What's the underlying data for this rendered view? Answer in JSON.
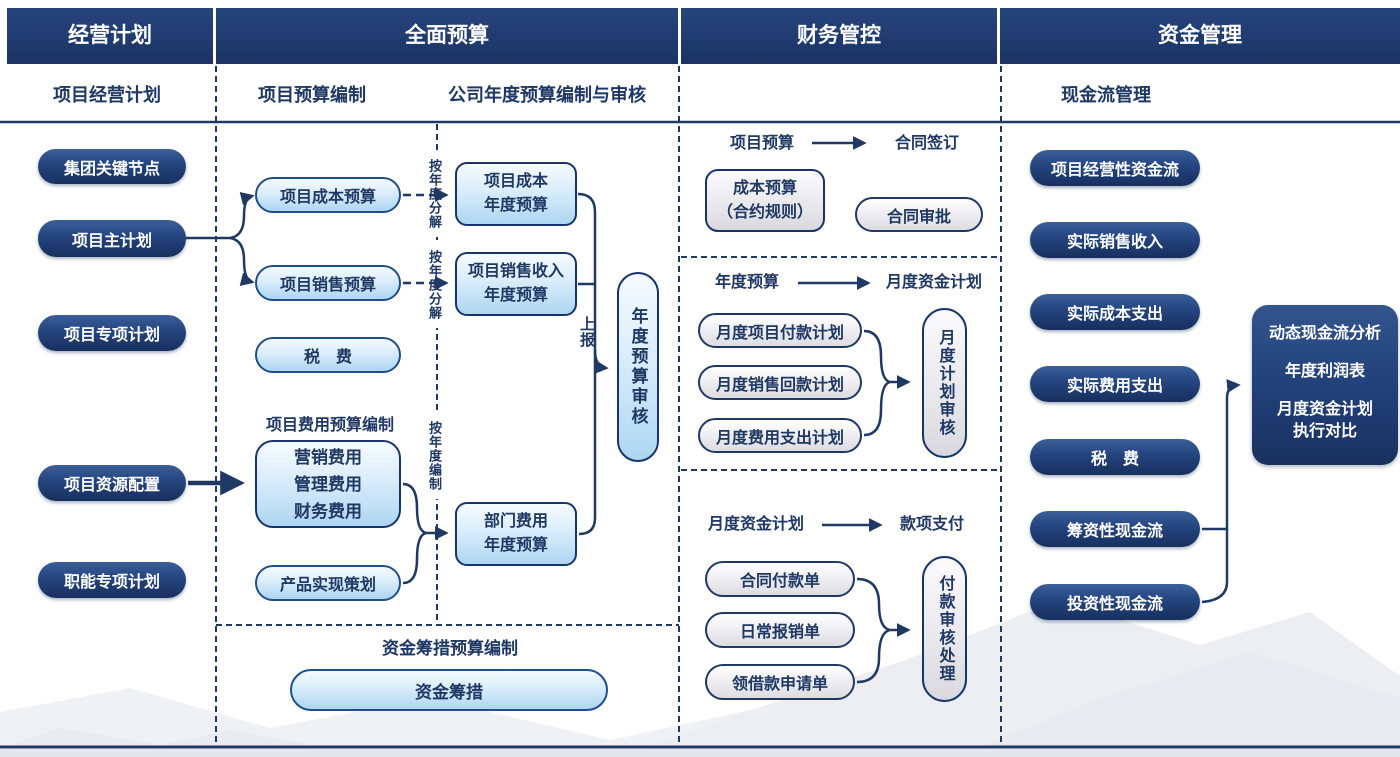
{
  "colors": {
    "header_navy": "#1f3a6e",
    "line_navy": "#1f3864",
    "light_blue_fill": "#d9edfb",
    "light_blue_border": "#1f4e8c",
    "gray_fill": "#e8e8ec",
    "watermark_gray": "#edeff3"
  },
  "headers": {
    "col1": "经营计划",
    "col2": "全面预算",
    "col3": "财务管控",
    "col4": "资金管理"
  },
  "subheaders": {
    "col1": "项目经营计划",
    "col2a": "项目预算编制",
    "col2b": "公司年度预算编制与审核",
    "col4": "现金流管理"
  },
  "planning": {
    "items": [
      "集团关键节点",
      "项目主计划",
      "项目专项计划",
      "项目资源配置",
      "职能专项计划"
    ]
  },
  "budget": {
    "pills": [
      "项目成本预算",
      "项目销售预算",
      "税　费"
    ],
    "expense_label": "项目费用预算编制",
    "expense_lines": [
      "营销费用",
      "管理费用",
      "财务费用"
    ],
    "product_pill": "产品实现策划",
    "annual_labels": [
      "按年度分解",
      "按年度分解",
      "按年度编制"
    ],
    "year_boxes": [
      {
        "l1": "项目成本",
        "l2": "年度预算"
      },
      {
        "l1": "项目销售收入",
        "l2": "年度预算"
      },
      {
        "l1": "部门费用",
        "l2": "年度预算"
      }
    ],
    "report_label": "上报",
    "review_capsule": "年度预算审核",
    "funding_label": "资金筹措预算编制",
    "funding_pill": "资金筹措"
  },
  "control": {
    "s1": {
      "from": "项目预算",
      "to": "合同签订",
      "box_l1": "成本预算",
      "box_l2": "（合约规则）",
      "pill": "合同审批"
    },
    "s2": {
      "from": "年度预算",
      "to": "月度资金计划",
      "pills": [
        "月度项目付款计划",
        "月度销售回款计划",
        "月度费用支出计划"
      ],
      "capsule": "月度计划审核"
    },
    "s3": {
      "from": "月度资金计划",
      "to": "款项支付",
      "pills": [
        "合同付款单",
        "日常报销单",
        "领借款申请单"
      ],
      "capsule": "付款审核处理"
    }
  },
  "capital": {
    "pills": [
      "项目经营性资金流",
      "实际销售收入",
      "实际成本支出",
      "实际费用支出",
      "税　费",
      "筹资性现金流",
      "投资性现金流"
    ],
    "analysis_lines": [
      "动态现金流分析",
      "年度利润表",
      "月度资金计划",
      "执行对比"
    ]
  }
}
